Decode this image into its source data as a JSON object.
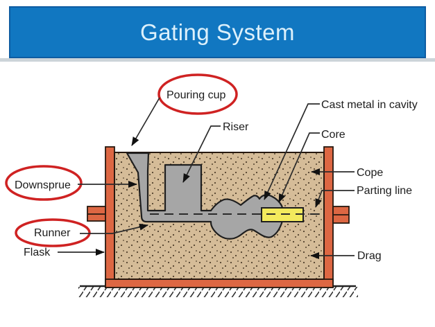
{
  "title": "Gating System",
  "theme": {
    "header_bg": "#1177c1",
    "header_border": "#0d5ca2",
    "header_text_color": "#dcf0fb",
    "sand": "#d5bc98",
    "sand_dot": "#50402c",
    "metal": "#a6a6a6",
    "flask": "#dd6743",
    "core": "#f3ea5d",
    "outline": "#1e1e1e",
    "highlight_red": "#cf2222"
  },
  "diagram": {
    "labels": [
      {
        "id": "pouring-cup",
        "text": "Pouring cup",
        "circled": true
      },
      {
        "id": "riser",
        "text": "Riser",
        "circled": false
      },
      {
        "id": "cast-metal-in-cavity",
        "text": "Cast metal in cavity",
        "circled": false
      },
      {
        "id": "core",
        "text": "Core",
        "circled": false
      },
      {
        "id": "cope",
        "text": "Cope",
        "circled": false
      },
      {
        "id": "parting-line",
        "text": "Parting line",
        "circled": false
      },
      {
        "id": "downsprue",
        "text": "Downsprue",
        "circled": true
      },
      {
        "id": "runner",
        "text": "Runner",
        "circled": true
      },
      {
        "id": "flask",
        "text": "Flask",
        "circled": false
      },
      {
        "id": "drag",
        "text": "Drag",
        "circled": false
      }
    ]
  }
}
